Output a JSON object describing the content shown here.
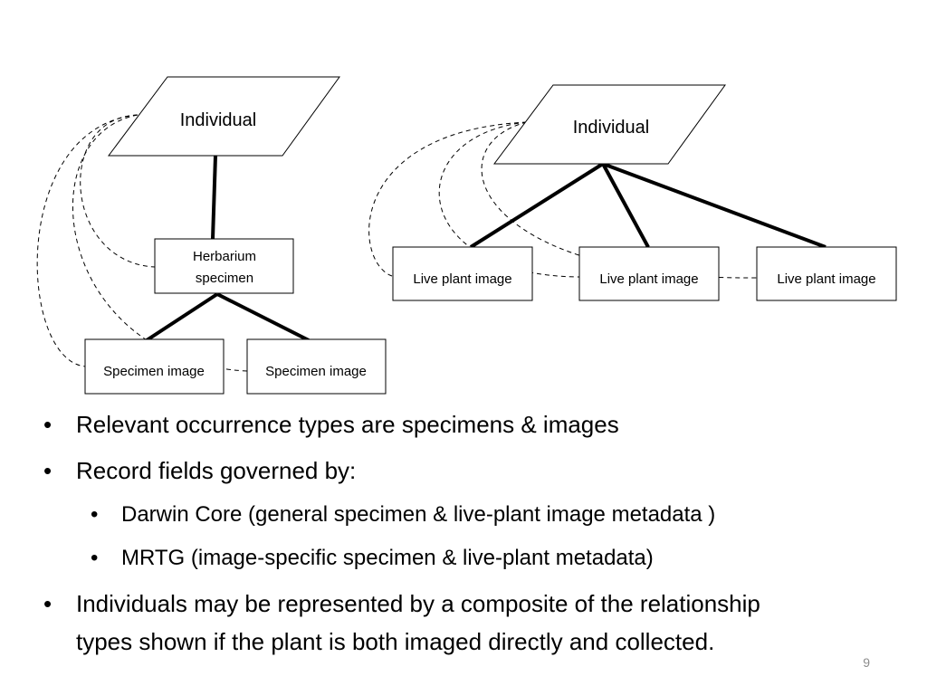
{
  "left_diagram": {
    "root": "Individual",
    "specimen": [
      "Herbarium",
      "specimen"
    ],
    "images": [
      "Specimen image",
      "Specimen image"
    ]
  },
  "right_diagram": {
    "root": "Individual",
    "images": [
      "Live plant image",
      "Live plant image",
      "Live plant image"
    ]
  },
  "bullets": [
    {
      "text": "Relevant occurrence types are specimens & images"
    },
    {
      "text": "Record fields governed by:"
    },
    {
      "text": "Darwin Core (general specimen  & live-plant image metadata )"
    },
    {
      "text": "MRTG (image-specific specimen & live-plant metadata)"
    },
    {
      "text": "Individuals may be represented by a composite of the relationship"
    },
    {
      "text": "types shown if the plant is both imaged directly and collected."
    }
  ],
  "bullet_symbol": "•",
  "slide_number": "9"
}
